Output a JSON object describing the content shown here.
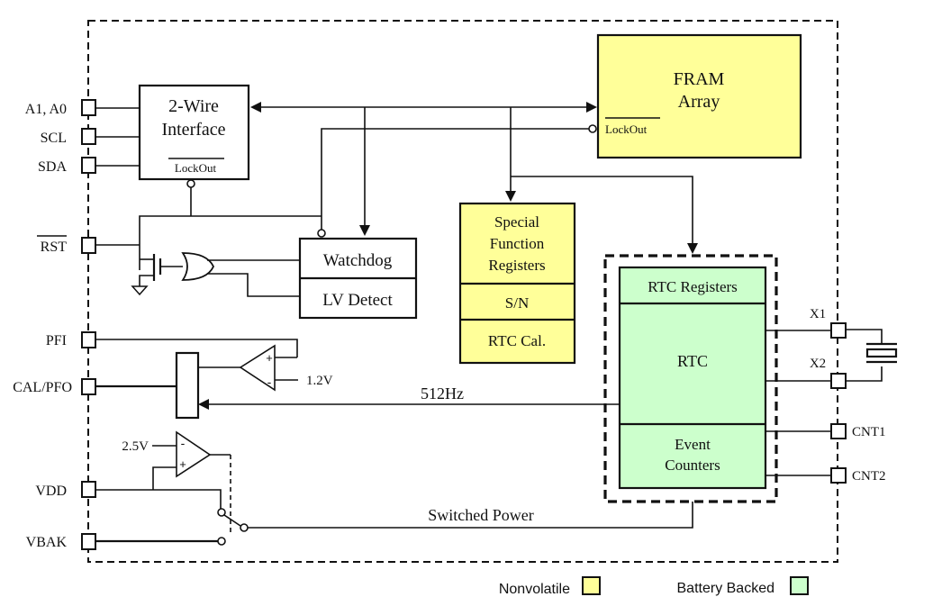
{
  "colors": {
    "nonvolatile": "#ffff99",
    "battery_backed": "#ccffcc",
    "line": "#111111"
  },
  "pins_left": [
    {
      "id": "a1a0",
      "label": "A1, A0",
      "overbar": false
    },
    {
      "id": "scl",
      "label": "SCL",
      "overbar": false
    },
    {
      "id": "sda",
      "label": "SDA",
      "overbar": false
    },
    {
      "id": "rst",
      "label": "RST",
      "overbar": true
    },
    {
      "id": "pfi",
      "label": "PFI",
      "overbar": false
    },
    {
      "id": "calpfo",
      "label": "CAL/PFO",
      "overbar": false
    },
    {
      "id": "vdd",
      "label": "VDD",
      "overbar": false
    },
    {
      "id": "vbak",
      "label": "VBAK",
      "overbar": false
    }
  ],
  "pins_right": [
    {
      "id": "x1",
      "label": "X1"
    },
    {
      "id": "x2",
      "label": "X2"
    },
    {
      "id": "cnt1",
      "label": "CNT1"
    },
    {
      "id": "cnt2",
      "label": "CNT2"
    }
  ],
  "blocks": {
    "two_wire": {
      "line1": "2-Wire",
      "line2": "Interface",
      "lockout": "LockOut"
    },
    "fram": {
      "line1": "FRAM",
      "line2": "Array",
      "lockout": "LockOut"
    },
    "watchdog": "Watchdog",
    "lv_detect": "LV Detect",
    "sfr": {
      "line1": "Special",
      "line2": "Function",
      "line3": "Registers",
      "sn": "S/N",
      "rtc_cal": "RTC Cal."
    },
    "rtc_registers": "RTC Registers",
    "rtc": "RTC",
    "event_counters": {
      "line1": "Event",
      "line2": "Counters"
    }
  },
  "signals": {
    "ref_1v2": "1.2V",
    "ref_2v5": "2.5V",
    "freq_512": "512Hz",
    "switched_power": "Switched Power",
    "plus": "+",
    "minus": "-"
  },
  "legend": {
    "nonvolatile": "Nonvolatile",
    "battery_backed": "Battery Backed"
  }
}
